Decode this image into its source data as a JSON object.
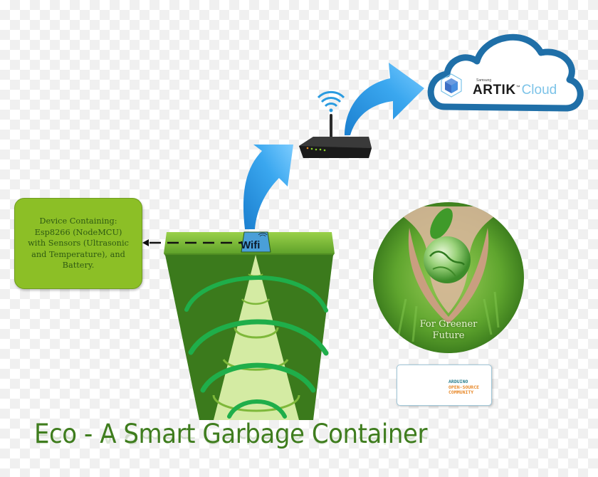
{
  "title": "Eco - A Smart Garbage Container",
  "device_box": {
    "lines": [
      "Device Containing:",
      "Esp8266 (NodeMCU)",
      "with Sensors (Ultrasonic",
      "and Temperature), and",
      "Battery."
    ]
  },
  "container": {
    "wifi_label": "Wifi"
  },
  "cloud": {
    "brand_small": "Samsung",
    "brand": "ARTIK",
    "trademark": "™",
    "product": "Cloud"
  },
  "green_future": {
    "line1": "For Greener",
    "line2": "Future"
  },
  "arduino": {
    "line1": "ARDUINO",
    "line2": "OPEN-SOURCE",
    "line3": "COMMUNITY"
  },
  "icons": [
    "cloud-icon",
    "artik-cube-icon",
    "router-icon",
    "wifi-signal-icon",
    "arrow-up-icon",
    "dashed-arrow-left-icon",
    "globe-hands-image",
    "arduino-infinity-icon",
    "garbage-container-icon",
    "ultrasonic-wave-icon"
  ],
  "colors": {
    "container_dark": "#3b7a1c",
    "container_light": "#8cc63f",
    "cone": "#d4eba3",
    "waves": "#1fae4a",
    "arrow_blue": "#2d9be3",
    "cloud_blue": "#1f6fa8",
    "device_box": "#8cbf26",
    "title_green": "#3f7d1e"
  }
}
